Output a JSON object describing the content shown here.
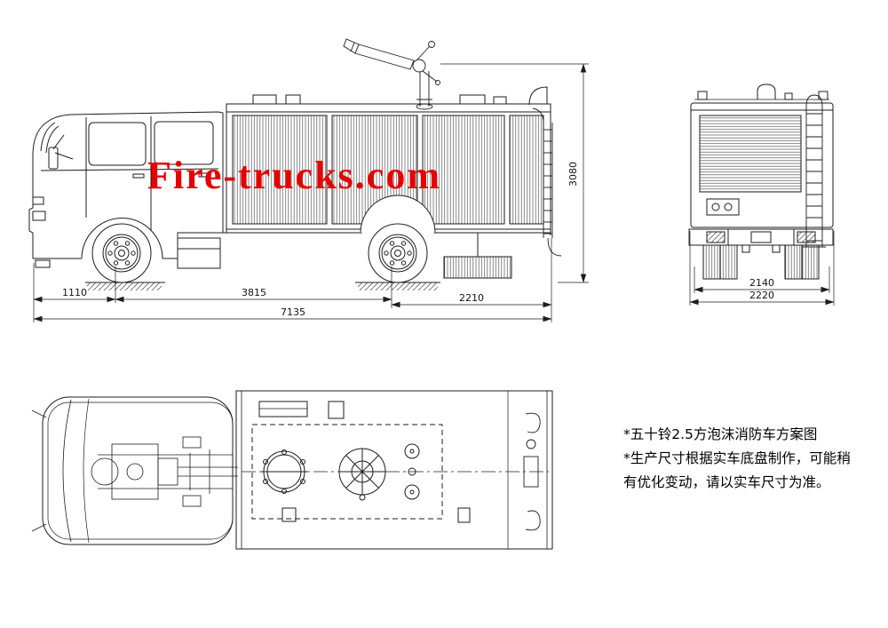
{
  "watermark": {
    "text": "Fire-trucks.com",
    "color": "#e60000"
  },
  "dimensions": {
    "side_view": {
      "front_overhang": "1110",
      "wheelbase": "3815",
      "rear_overhang": "2210",
      "overall_length": "7135",
      "overall_height": "3080"
    },
    "rear_view": {
      "body_width": "2140",
      "overall_width": "2220"
    }
  },
  "notes": {
    "line1": "*五十铃2.5方泡沫消防车方案图",
    "line2": "*生产尺寸根据实车底盘制作，可能稍",
    "line3": "有优化变动，请以实车尺寸为准。"
  },
  "colors": {
    "line": "#1c1c1c",
    "watermark": "#e60000"
  }
}
